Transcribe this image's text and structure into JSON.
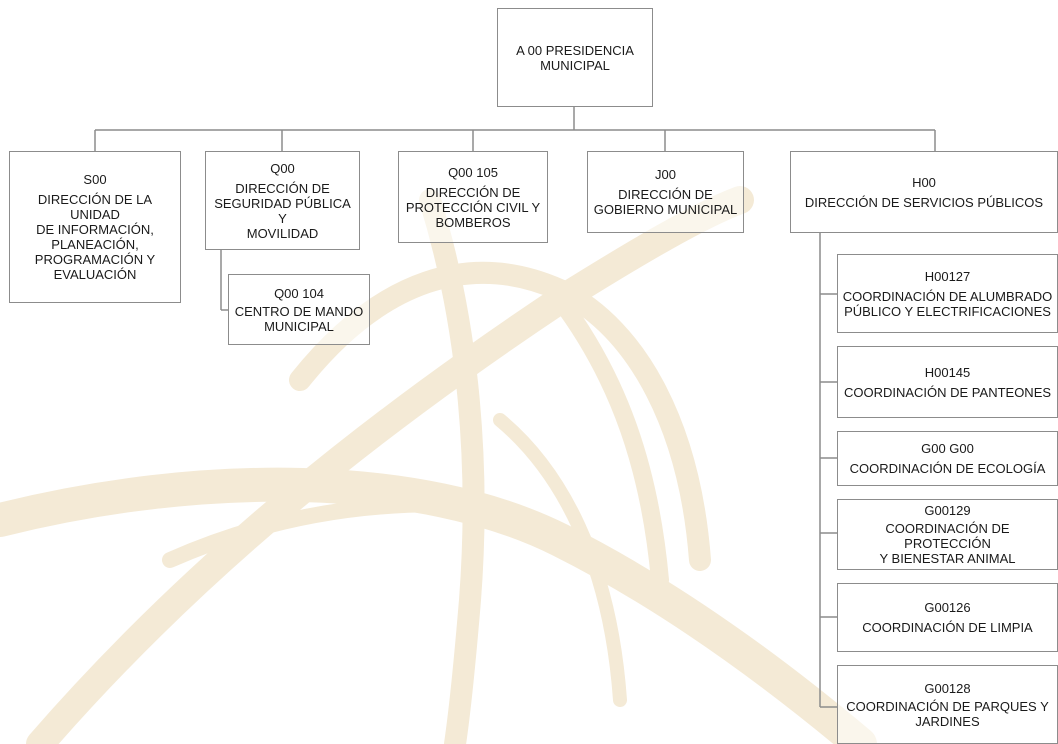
{
  "root": {
    "title": "A 00 PRESIDENCIA\nMUNICIPAL"
  },
  "units": {
    "s00": {
      "code": "S00",
      "name": "DIRECCIÓN DE LA UNIDAD\nDE INFORMACIÓN,\nPLANEACIÓN,\nPROGRAMACIÓN  Y\nEVALUACIÓN"
    },
    "q00": {
      "code": "Q00",
      "name": "DIRECCIÓN DE\nSEGURIDAD PÚBLICA Y\nMOVILIDAD"
    },
    "q00104": {
      "code": "Q00 104",
      "name": "CENTRO  DE MANDO\nMUNICIPAL"
    },
    "q00105": {
      "code": "Q00 105",
      "name": "DIRECCIÓN DE\nPROTECCIÓN  CIVIL Y\nBOMBEROS"
    },
    "j00": {
      "code": "J00",
      "name": "DIRECCIÓN DE\nGOBIERNO  MUNICIPAL"
    },
    "h00": {
      "code": "H00",
      "name": "DIRECCIÓN  DE SERVICIOS PÚBLICOS"
    },
    "h00127": {
      "code": "H00127",
      "name": "COORDINACIÓN  DE ALUMBRADO\nPÚBLICO  Y ELECTRIFICACIONES"
    },
    "h00145": {
      "code": "H00145",
      "name": "COORDINACIÓN  DE PANTEONES"
    },
    "g00g00": {
      "code": "G00 G00",
      "name": "COORDINACIÓN  DE ECOLOGÍA"
    },
    "g00129": {
      "code": "G00129",
      "name": "COORDINACIÓN  DE PROTECCIÓN\nY BIENESTAR  ANIMAL"
    },
    "g00126": {
      "code": "G00126",
      "name": "COORDINACIÓN  DE LIMPIA"
    },
    "g00128": {
      "code": "G00128",
      "name": "COORDINACIÓN  DE PARQUES  Y\nJARDINES"
    }
  },
  "colors": {
    "line": "#8c8c8c",
    "watermark": "#f3e7cf"
  }
}
